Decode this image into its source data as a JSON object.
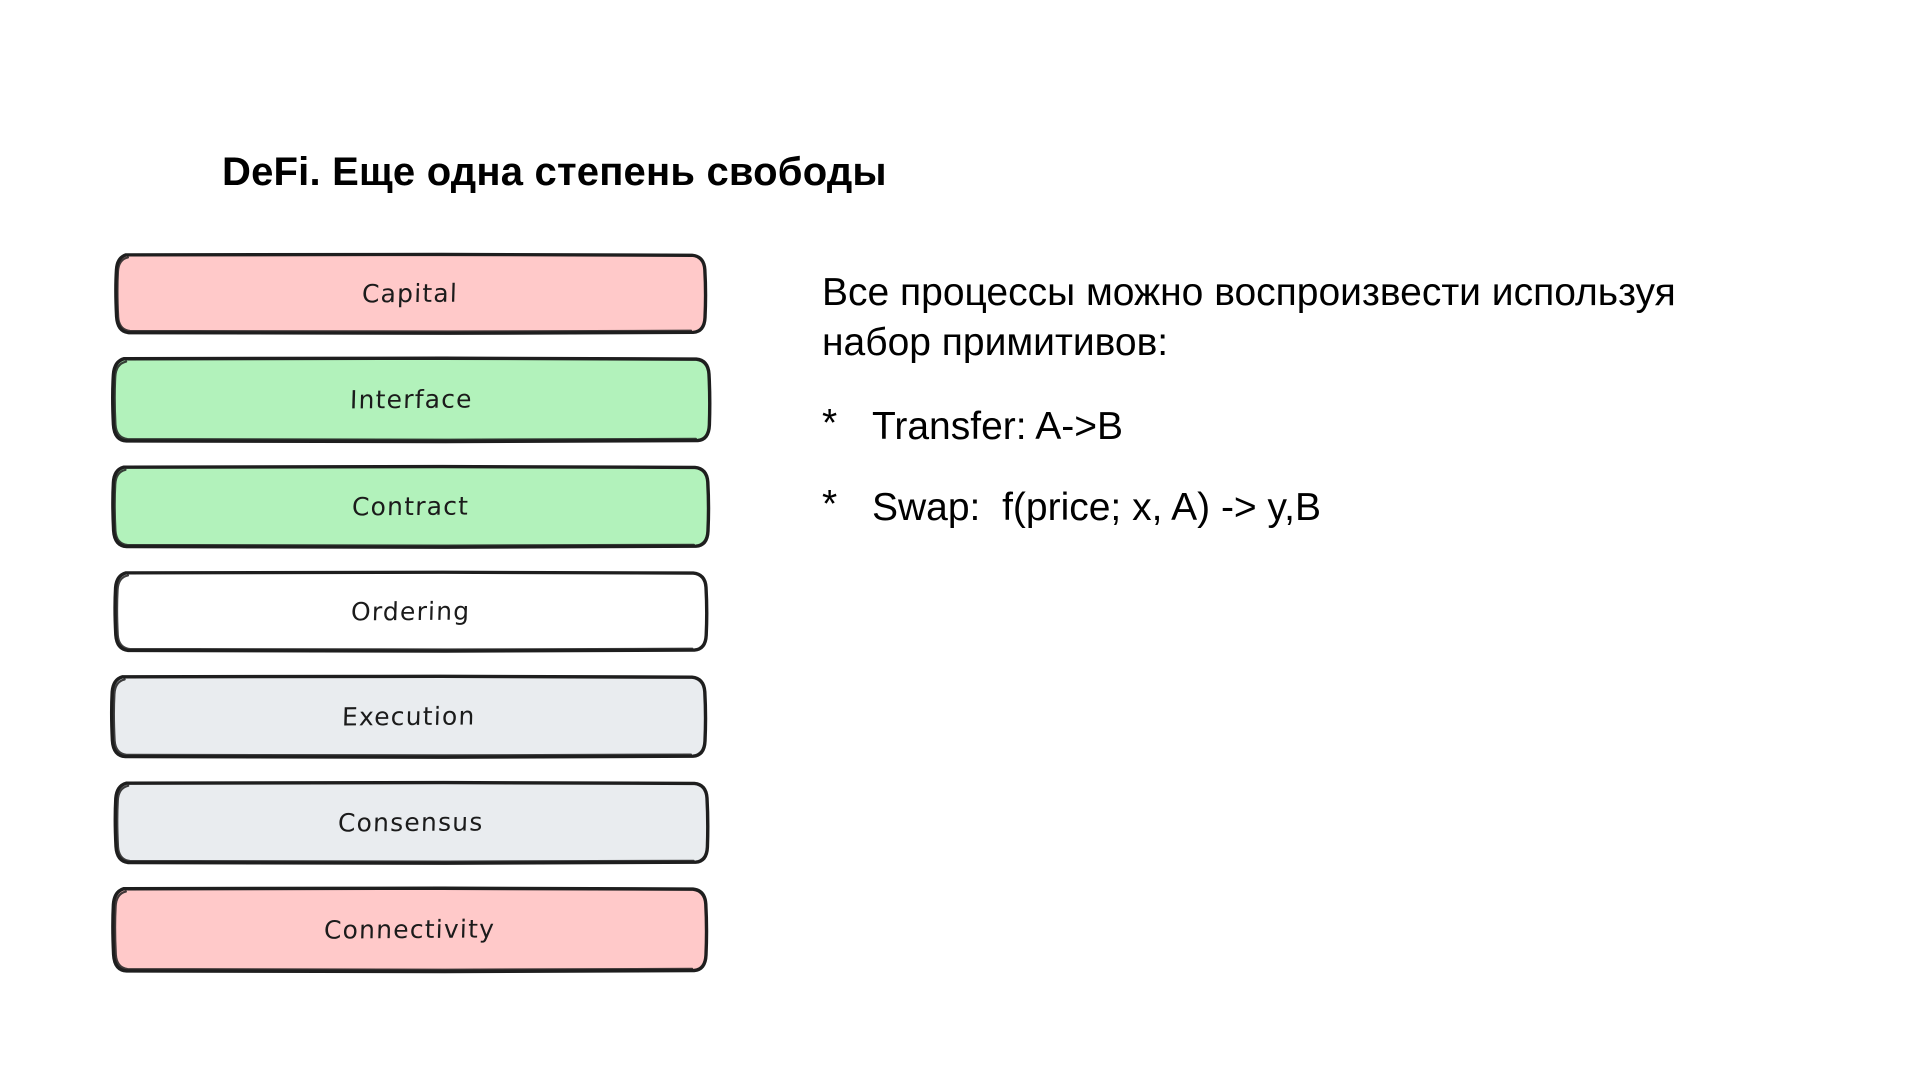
{
  "slide": {
    "title": "DeFi. Еще одна степень свободы",
    "background": "#ffffff"
  },
  "stack": {
    "name": "defi-stack",
    "layers": [
      {
        "label": "Capital",
        "fill": "#ffc9c9",
        "stroke": "#1e1e1e"
      },
      {
        "label": "Interface",
        "fill": "#b2f2bb",
        "stroke": "#1e1e1e"
      },
      {
        "label": "Contract",
        "fill": "#b2f2bb",
        "stroke": "#1e1e1e"
      },
      {
        "label": "Ordering",
        "fill": "#ffffff",
        "stroke": "#1e1e1e"
      },
      {
        "label": "Execution",
        "fill": "#e9ecef",
        "stroke": "#1e1e1e"
      },
      {
        "label": "Consensus",
        "fill": "#e9ecef",
        "stroke": "#1e1e1e"
      },
      {
        "label": "Connectivity",
        "fill": "#ffc9c9",
        "stroke": "#1e1e1e"
      }
    ]
  },
  "content": {
    "intro": "Все процессы можно воспроизвести используя набор примитивов:",
    "bullets": [
      {
        "marker": "*",
        "text": "Transfer: A->B"
      },
      {
        "marker": "*",
        "text": "Swap:  f(price; x, A) -> y,B"
      }
    ]
  },
  "colors": {
    "pink": "#ffc9c9",
    "green": "#b2f2bb",
    "gray": "#e9ecef",
    "white": "#ffffff",
    "ink": "#1e1e1e",
    "text": "#000000"
  }
}
